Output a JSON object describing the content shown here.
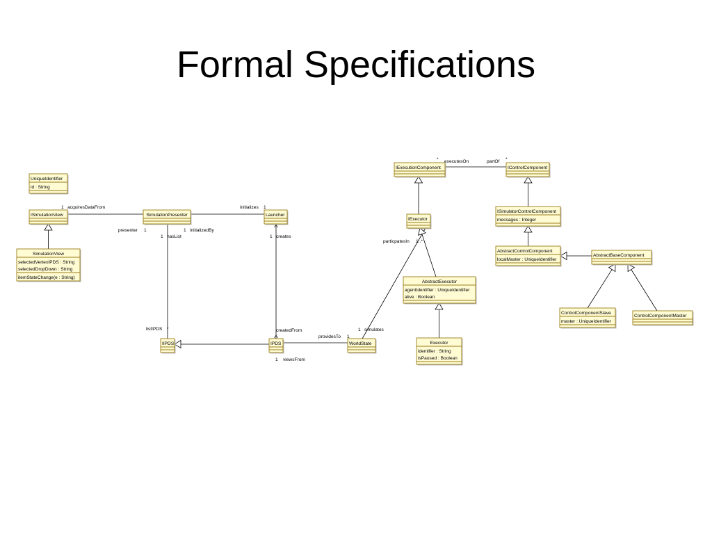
{
  "slide": {
    "title": "Formal Specifications"
  },
  "colors": {
    "box_fill": "#fffbd3",
    "box_border": "#9a7c1c",
    "line": "#000000"
  },
  "classes": {
    "UniqueIdentifier": {
      "name": "UniqueIdentifier",
      "attributes": [
        "id : String"
      ],
      "operations": []
    },
    "ISimulationView": {
      "name": "ISimulationView",
      "attributes": [],
      "operations": []
    },
    "SimulationView": {
      "name": "SimulationView",
      "attributes": [
        "selectedVertexIPDS : String",
        "selectedDropDown : String"
      ],
      "operations": [
        "itemStateChange(e : String)"
      ]
    },
    "SimulationPresenter": {
      "name": "SimulationPresenter",
      "attributes": [],
      "operations": []
    },
    "Launcher": {
      "name": "Launcher",
      "attributes": [],
      "operations": []
    },
    "IIPDS": {
      "name": "IIPDS",
      "attributes": [],
      "operations": []
    },
    "IPDS": {
      "name": "IPDS",
      "attributes": [],
      "operations": []
    },
    "WorldState": {
      "name": "WorldState",
      "attributes": [],
      "operations": []
    },
    "IExecutionComponent": {
      "name": "IExecutionComponent",
      "attributes": [],
      "operations": []
    },
    "IControlComponent": {
      "name": "IControlComponent",
      "attributes": [],
      "operations": []
    },
    "IExecutor": {
      "name": "IExecutor",
      "attributes": [],
      "operations": []
    },
    "ISimulatorControlComponent": {
      "name": "ISimulatorControlComponent",
      "attributes": [
        "messages : Integer"
      ],
      "operations": []
    },
    "AbstractControlComponent": {
      "name": "AbstractControlComponent",
      "attributes": [
        "localMaster : UniqueIdentifier"
      ],
      "operations": []
    },
    "AbstractBaseComponent": {
      "name": "AbstractBaseComponent",
      "attributes": [],
      "operations": []
    },
    "AbstractExecutor": {
      "name": "AbstractExecutor",
      "attributes": [
        "agentIdentifier : UniqueIdentifier",
        "alive : Boolean"
      ],
      "operations": []
    },
    "Executor": {
      "name": "Executor",
      "attributes": [
        "identifier : String",
        "isPaused : Boolean"
      ],
      "operations": []
    },
    "ControlComponentSlave": {
      "name": "ControlComponentSlave",
      "attributes": [
        "master : UniqueIdentifier"
      ],
      "operations": []
    },
    "ControlComponentMaster": {
      "name": "ControlComponentMaster",
      "attributes": [],
      "operations": []
    }
  },
  "labels": {
    "acquiresDataFrom": "acquiresDataFrom",
    "acquires_mult": "1",
    "initializes": "initializes",
    "initializes_mult": "1",
    "presenter": "presenter",
    "presenter_mult": "1",
    "initializedBy": "initializedBy",
    "initializedBy_mult": "1",
    "hasList": "hasList",
    "hasList_mult": "1",
    "creates": "creates",
    "creates_mult": "1",
    "listIPDS": "listIPDS",
    "listIPDS_mult": "*",
    "createdFrom": "createdFrom",
    "providesTo": "providesTo",
    "providesTo_mult": "1",
    "simulates": "simulates",
    "simulates_mult": "1",
    "viewsFrom": "viewsFrom",
    "viewsFrom_mult": "1",
    "participates": "particpatesIn",
    "participates_mult": "1..*",
    "executesOn": "executesOn",
    "executesOn_mult": "*",
    "partOf": "partOf",
    "partOf_mult": "*"
  }
}
